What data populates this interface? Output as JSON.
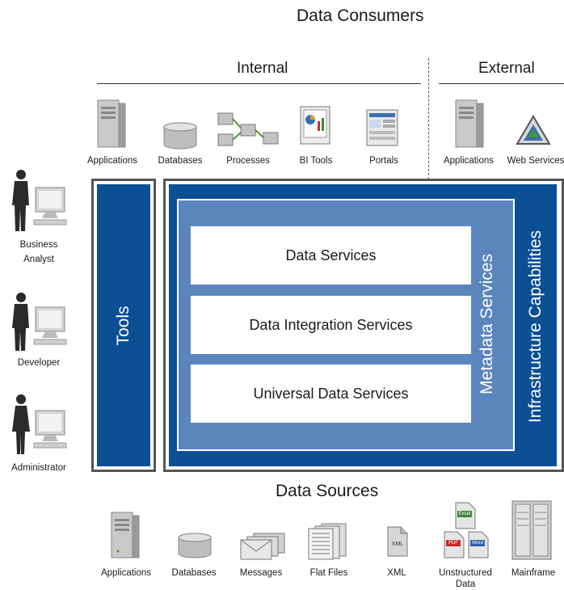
{
  "consumers": {
    "title": "Data Consumers",
    "internal_label": "Internal",
    "external_label": "External",
    "items": [
      {
        "label": "Applications",
        "icon": "server-icon"
      },
      {
        "label": "Databases",
        "icon": "database-icon"
      },
      {
        "label": "Processes",
        "icon": "processes-icon"
      },
      {
        "label": "BI Tools",
        "icon": "bi-tools-icon"
      },
      {
        "label": "Portals",
        "icon": "portal-icon"
      },
      {
        "label": "Applications",
        "icon": "server-icon"
      },
      {
        "label": "Web Services",
        "icon": "web-services-icon"
      }
    ]
  },
  "users": [
    {
      "label_line1": "Business",
      "label_line2": "Analyst",
      "icon": "business-analyst-icon"
    },
    {
      "label_line1": "Developer",
      "label_line2": "",
      "icon": "developer-icon"
    },
    {
      "label_line1": "Administrator",
      "label_line2": "",
      "icon": "administrator-icon"
    }
  ],
  "core": {
    "tools": "Tools",
    "data_services": "Data Services",
    "data_integration_services": "Data Integration Services",
    "universal_data_services": "Universal Data Services",
    "metadata_services": "Metadata Services",
    "infrastructure_capabilities": "Infrastructure Capabilities"
  },
  "sources": {
    "title": "Data Sources",
    "items": [
      {
        "label_line1": "Applications",
        "label_line2": "",
        "icon": "server-icon"
      },
      {
        "label_line1": "Databases",
        "label_line2": "",
        "icon": "database-icon"
      },
      {
        "label_line1": "Messages",
        "label_line2": "",
        "icon": "messages-icon"
      },
      {
        "label_line1": "Flat Files",
        "label_line2": "",
        "icon": "flat-files-icon"
      },
      {
        "label_line1": "XML",
        "label_line2": "",
        "icon": "xml-icon"
      },
      {
        "label_line1": "Unstructured",
        "label_line2": "Data",
        "icon": "unstructured-data-icon"
      },
      {
        "label_line1": "Mainframe",
        "label_line2": "",
        "icon": "mainframe-icon"
      }
    ],
    "doc_badges": {
      "excel": "Excel",
      "pdf": "PDF",
      "word": "Word",
      "xml": "XML"
    }
  },
  "colors": {
    "dark_blue": "#0b4f94",
    "mid_blue": "#5b86bd",
    "frame_gray": "#555555"
  }
}
